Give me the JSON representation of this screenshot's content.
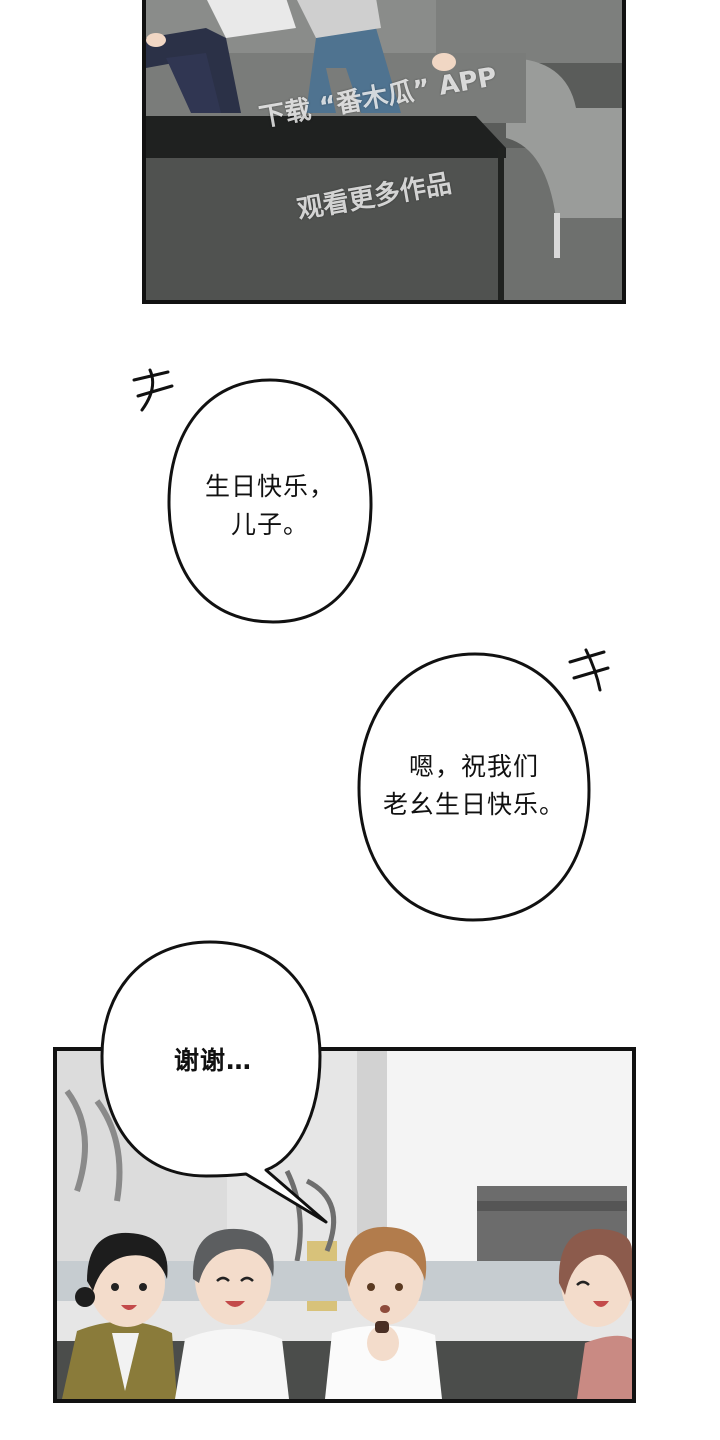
{
  "watermark": {
    "line1": "下载 “番木瓜” APP",
    "line2": "观看更多作品"
  },
  "dialogue": [
    {
      "speaker": "parent",
      "text": "生日快乐，\n儿子。"
    },
    {
      "speaker": "parent",
      "text": "嗯，祝我们\n老幺生日快乐。"
    },
    {
      "speaker": "son",
      "text": "谢谢…"
    }
  ]
}
